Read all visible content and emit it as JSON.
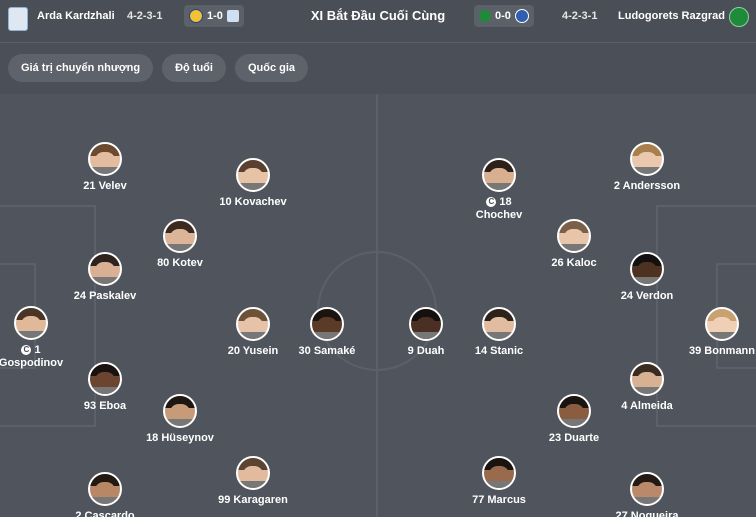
{
  "header": {
    "title": "XI Bắt Đầu Cuối Cùng",
    "home": {
      "name": "Arda Kardzhali",
      "formation": "4-2-3-1",
      "score": "1-0"
    },
    "away": {
      "name": "Ludogorets Razgrad",
      "formation": "4-2-3-1",
      "score": "0-0"
    }
  },
  "filters": [
    "Giá trị chuyển nhượng",
    "Độ tuổi",
    "Quốc gia"
  ],
  "captain_marker": "C",
  "home_players": [
    {
      "label": "21 Velev",
      "skin": "#e3bca0",
      "hair": "#6b4a30"
    },
    {
      "label": "10 Kovachev",
      "skin": "#e6c2a6",
      "hair": "#5a4030"
    },
    {
      "label": "80 Kotev",
      "skin": "#dcb497",
      "hair": "#3b2a20"
    },
    {
      "label": "24 Paskalev",
      "skin": "#d9b093",
      "hair": "#2e241d"
    },
    {
      "label": "1",
      "label2": "Gospodinov",
      "captain": true,
      "skin": "#e0b89a",
      "hair": "#4a3526"
    },
    {
      "label": "20 Yusein",
      "skin": "#e6c3a8",
      "hair": "#6d5138"
    },
    {
      "label": "30 Samaké",
      "skin": "#5a3b28",
      "hair": "#1c1410"
    },
    {
      "label": "93 Eboa",
      "skin": "#6b4530",
      "hair": "#1a1210"
    },
    {
      "label": "18 Hüseynov",
      "skin": "#c79a78",
      "hair": "#1e1612"
    },
    {
      "label": "99 Karagaren",
      "skin": "#e2bb9f",
      "hair": "#5c4432"
    },
    {
      "label": "2 Cascardo",
      "skin": "#b88766",
      "hair": "#221913"
    }
  ],
  "away_players": [
    {
      "label": "2 Andersson",
      "skin": "#eac8ae",
      "hair": "#a8804e"
    },
    {
      "label": "18",
      "label2": "Chochev",
      "captain": true,
      "skin": "#d8af91",
      "hair": "#2b211a"
    },
    {
      "label": "26 Kaloc",
      "skin": "#e8c4a8",
      "hair": "#7a6048"
    },
    {
      "label": "24 Verdon",
      "skin": "#4d3222",
      "hair": "#151010"
    },
    {
      "label": "9 Duah",
      "skin": "#4a3022",
      "hair": "#141010"
    },
    {
      "label": "14 Stanic",
      "skin": "#e2bca0",
      "hair": "#2c221b"
    },
    {
      "label": "39 Bonmann",
      "skin": "#efd0b6",
      "hair": "#c9a070"
    },
    {
      "label": "4 Almeida",
      "skin": "#d8b092",
      "hair": "#3a2c22"
    },
    {
      "label": "23 Duarte",
      "skin": "#8a5c40",
      "hair": "#1a1411"
    },
    {
      "label": "77 Marcus",
      "skin": "#9a6a4c",
      "hair": "#1a1411"
    },
    {
      "label": "27 Nogueira",
      "skin": "#b9896a",
      "hair": "#231a15"
    }
  ]
}
